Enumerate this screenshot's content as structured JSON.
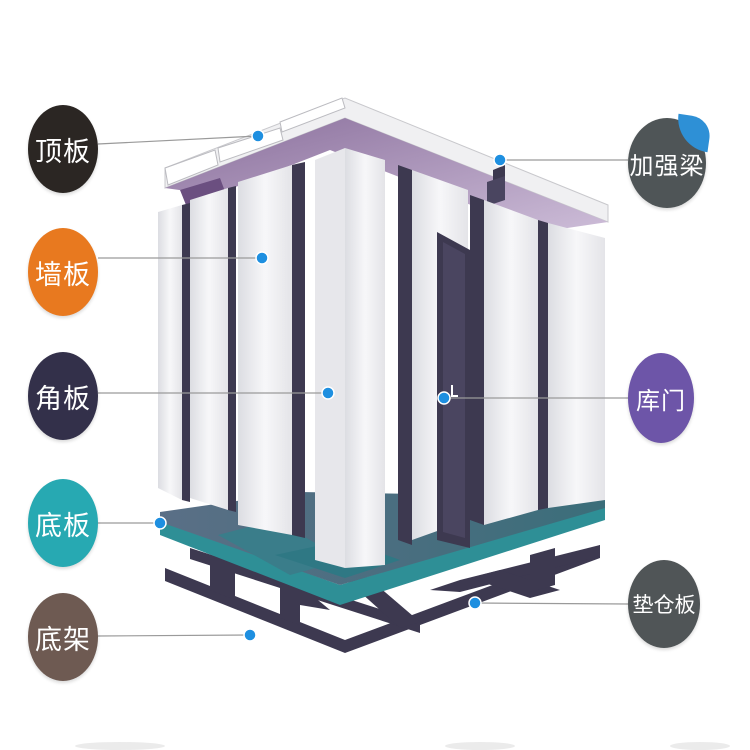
{
  "labels_left": [
    {
      "key": "top_panel",
      "text": "顶板",
      "color": "#2b2623"
    },
    {
      "key": "wall_panel",
      "text": "墙板",
      "color": "#e8791f"
    },
    {
      "key": "corner_panel",
      "text": "角板",
      "color": "#33304a"
    },
    {
      "key": "floor_panel",
      "text": "底板",
      "color": "#27a9b2"
    },
    {
      "key": "base_frame",
      "text": "底架",
      "color": "#6e5a52"
    }
  ],
  "labels_right": [
    {
      "key": "reinforcing_beam",
      "text": "加强梁",
      "color": "#4f5557"
    },
    {
      "key": "storage_door",
      "text": "库门",
      "color": "#6d55a8"
    },
    {
      "key": "cushion_board",
      "text": "垫仓板",
      "color": "#505557"
    }
  ],
  "colors": {
    "leader_line": "#9a9a9a",
    "marker_dot": "#1e8fe0",
    "roof_purple": "#7b5f8e",
    "frame_dark": "#3d3950",
    "floor_teal": "#2e8f96",
    "panel_white": "#f1f1f3"
  }
}
